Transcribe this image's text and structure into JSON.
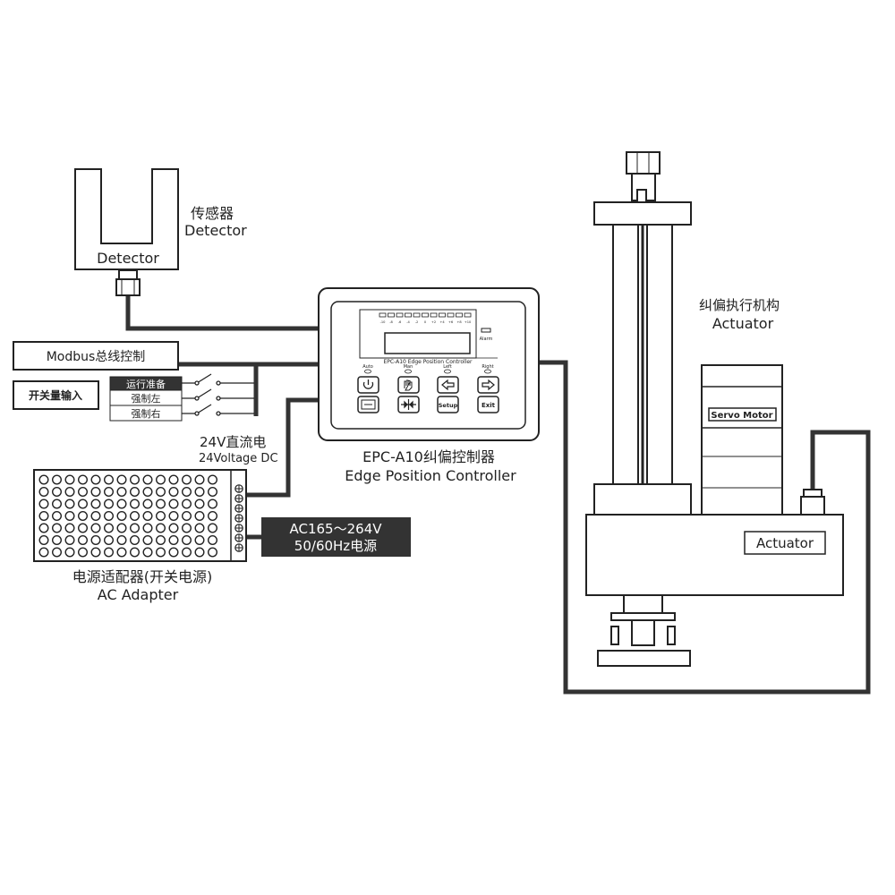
{
  "detector": {
    "label_cn": "传感器",
    "label_en": "Detector",
    "box_label": "Detector"
  },
  "modbus": {
    "label": "Modbus总线控制"
  },
  "switch_input": {
    "label": "开关量输入",
    "items": [
      "运行准备",
      "强制左",
      "强制右"
    ]
  },
  "dc_power": {
    "label_cn": "24V直流电",
    "label_en": "24Voltage DC"
  },
  "controller": {
    "model_label": "EPC-A10  Edge Position Controller",
    "alarm_label": "Alarm",
    "led_scale": [
      "-10",
      "-8",
      "-6",
      "-4",
      "-2",
      "0",
      "+2",
      "+4",
      "+6",
      "+8",
      "+10"
    ],
    "indicators": [
      "Auto",
      "Man",
      "Left",
      "Right"
    ],
    "buttons_row1": [
      "power-icon",
      "hand-icon",
      "arrow-left-icon",
      "arrow-right-icon"
    ],
    "buttons_row2": [
      "screen-icon",
      "center-icon",
      "Setup",
      "Exit"
    ],
    "caption_cn": "EPC-A10纠偏控制器",
    "caption_en": "Edge Position Controller"
  },
  "ac_adapter": {
    "input_line1": "AC165～264V",
    "input_line2": "50/60Hz电源",
    "label_cn": "电源适配器(开关电源)",
    "label_en": "AC Adapter"
  },
  "actuator": {
    "label_cn": "纠偏执行机构",
    "label_en": "Actuator",
    "motor_label": "Servo Motor",
    "box_label": "Actuator"
  },
  "colors": {
    "wire": "#333333",
    "line": "#222222",
    "dark_box": "#333333"
  }
}
